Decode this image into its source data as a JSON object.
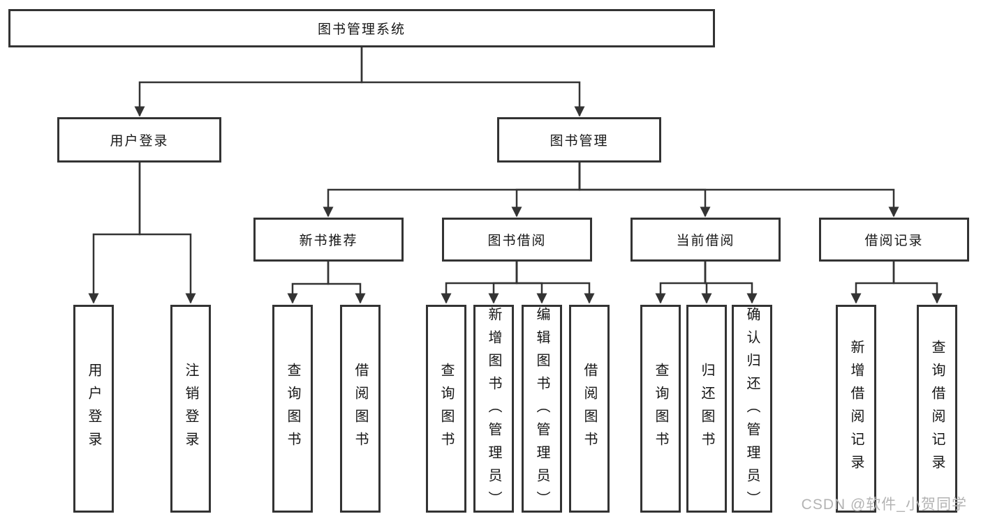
{
  "diagram": {
    "title": "图书管理系统",
    "colors": {
      "line": "#333333",
      "text": "#161616",
      "watermark": "#b3b3b3"
    },
    "user_login": {
      "label": "用户登录",
      "children": [
        {
          "label": "用户登录"
        },
        {
          "label": "注销登录"
        }
      ]
    },
    "book_mgmt": {
      "label": "图书管理",
      "sections": [
        {
          "label": "新书推荐",
          "children": [
            {
              "label": "查询图书"
            },
            {
              "label": "借阅图书"
            }
          ]
        },
        {
          "label": "图书借阅",
          "children": [
            {
              "label": "查询图书"
            },
            {
              "label": "新增图书（管理员）"
            },
            {
              "label": "编辑图书（管理员）"
            },
            {
              "label": "借阅图书"
            }
          ]
        },
        {
          "label": "当前借阅",
          "children": [
            {
              "label": "查询图书"
            },
            {
              "label": "归还图书"
            },
            {
              "label": "确认归还（管理员）"
            }
          ]
        },
        {
          "label": "借阅记录",
          "children": [
            {
              "label": "新增借阅记录"
            },
            {
              "label": "查询借阅记录"
            }
          ]
        }
      ]
    },
    "watermark": "CSDN @软件_小贺同学"
  }
}
